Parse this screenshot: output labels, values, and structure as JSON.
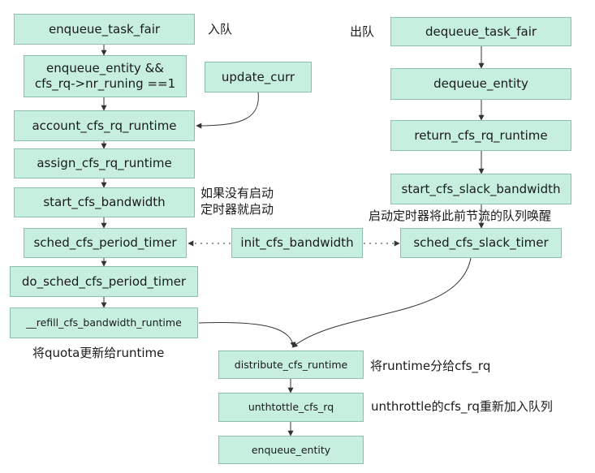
{
  "nodes": {
    "enqueue_task_fair": "enqueue_task_fair",
    "enqueue_entity_cond_1": "enqueue_entity &&",
    "enqueue_entity_cond_2": "cfs_rq->nr_runing ==1",
    "update_curr": "update_curr",
    "account_cfs_rq_runtime": "account_cfs_rq_runtime",
    "assign_cfs_rq_runtime": "assign_cfs_rq_runtime",
    "start_cfs_bandwidth": "start_cfs_bandwidth",
    "sched_cfs_period_timer": "sched_cfs_period_timer",
    "init_cfs_bandwidth": "init_cfs_bandwidth",
    "sched_cfs_slack_timer": "sched_cfs_slack_timer",
    "do_sched_cfs_period_timer": "do_sched_cfs_period_timer",
    "refill_cfs_bandwidth_runtime": "__refill_cfs_bandwidth_runtime",
    "dequeue_task_fair": "dequeue_task_fair",
    "dequeue_entity": "dequeue_entity",
    "return_cfs_rq_runtime": "return_cfs_rq_runtime",
    "start_cfs_slack_bandwidth": "start_cfs_slack_bandwidth",
    "distribute_cfs_runtime": "distribute_cfs_runtime",
    "unthtottle_cfs_rq": "unthtottle_cfs_rq",
    "enqueue_entity_final": "enqueue_entity"
  },
  "notes": {
    "enqueue": "入队",
    "dequeue": "出队",
    "start_timer_1": "如果没有启动",
    "start_timer_2": "定时器就启动",
    "slack_timer": "启动定时器将此前节流的队列唤醒",
    "refill": "将quota更新给runtime",
    "distribute": "将runtime分给cfs_rq",
    "unthrottle": "unthrottle的cfs_rq重新加入队列"
  },
  "colors": {
    "box_fill": "#c6efe0",
    "box_border": "#8cbfb0",
    "line": "#333333"
  }
}
